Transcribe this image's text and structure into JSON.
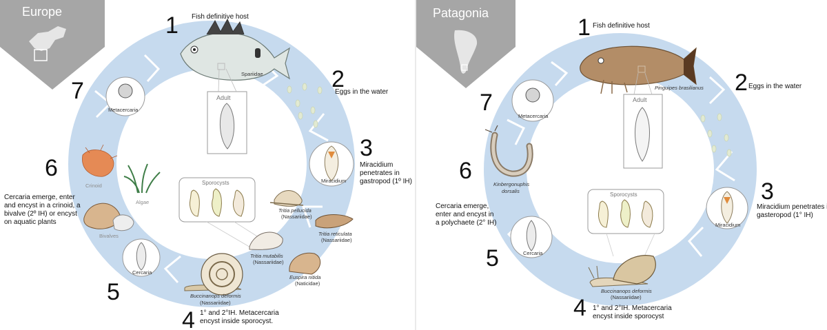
{
  "europe": {
    "region": "Europe",
    "steps": {
      "s1": {
        "num": "1",
        "text": "Fish definitive host",
        "species": "Spariidae"
      },
      "s2": {
        "num": "2",
        "text": "Eggs in the water"
      },
      "s3": {
        "num": "3",
        "lines": [
          "Miracidium",
          "penetrates in",
          "gastropod (1º IH)"
        ],
        "circle": "Miracidium"
      },
      "s4": {
        "num": "4",
        "lines": [
          "1° and 2°IH. Metacercaria",
          "encyst inside sporocyst."
        ]
      },
      "s5": {
        "num": "5",
        "circle": "Cercaria"
      },
      "s6": {
        "num": "6",
        "lines": [
          "Cercaria emerge, enter",
          "and encyst in a crinoid, a",
          "bivalve (2º IH) or encyst",
          "on aquatic plants"
        ],
        "crinoid": "Crinoid",
        "algae": "Algae",
        "bivalves": "Bivalves"
      },
      "s7": {
        "num": "7",
        "circle": "Metacercaria"
      }
    },
    "adult": "Adult",
    "sporocysts": "Sporocysts",
    "snails": {
      "pellucida": {
        "name": "Tritia pellucida",
        "family": "(Nassariidae)"
      },
      "reticulata": {
        "name": "Tritia reticulata",
        "family": "(Nassariidae)"
      },
      "mutabilis": {
        "name": "Tritia mutabilis",
        "family": "(Nassariidae)"
      },
      "euspira": {
        "name": "Euspira nitida",
        "family": "(Naticidae)"
      },
      "buccinanops": {
        "name": "Buccinanops deformis",
        "family": "(Nassariidae)"
      }
    }
  },
  "patagonia": {
    "region": "Patagonia",
    "steps": {
      "s1": {
        "num": "1",
        "text": "Fish definitive host",
        "species": "Pinguipes brasilianus"
      },
      "s2": {
        "num": "2",
        "text": "Eggs in the water"
      },
      "s3": {
        "num": "3",
        "lines": [
          "Miracidium penetrates in",
          "gasteropod (1° IH)"
        ],
        "circle": "Miracidium"
      },
      "s4": {
        "num": "4",
        "lines": [
          "1° and 2°IH. Metacercaria",
          "encyst inside sporocyst"
        ]
      },
      "s5": {
        "num": "5",
        "circle": "Cercaria"
      },
      "s6": {
        "num": "6",
        "lines": [
          "Cercaria emerge,",
          "enter  and encyst in",
          "a polychaete (2° IH)"
        ],
        "worm": {
          "name": "Kinbergonuphis",
          "name2": "dorsalis"
        }
      },
      "s7": {
        "num": "7",
        "circle": "Metacercaria"
      }
    },
    "adult": "Adult",
    "sporocysts": "Sporocysts",
    "snail": {
      "name": "Buccinanops deformis",
      "family": "(Nassariidae)"
    }
  },
  "colors": {
    "ring": "#c5d9ee",
    "ringDark": "#aac7e6",
    "banner": "#a6a6a6",
    "egg": "#dce7c8"
  }
}
